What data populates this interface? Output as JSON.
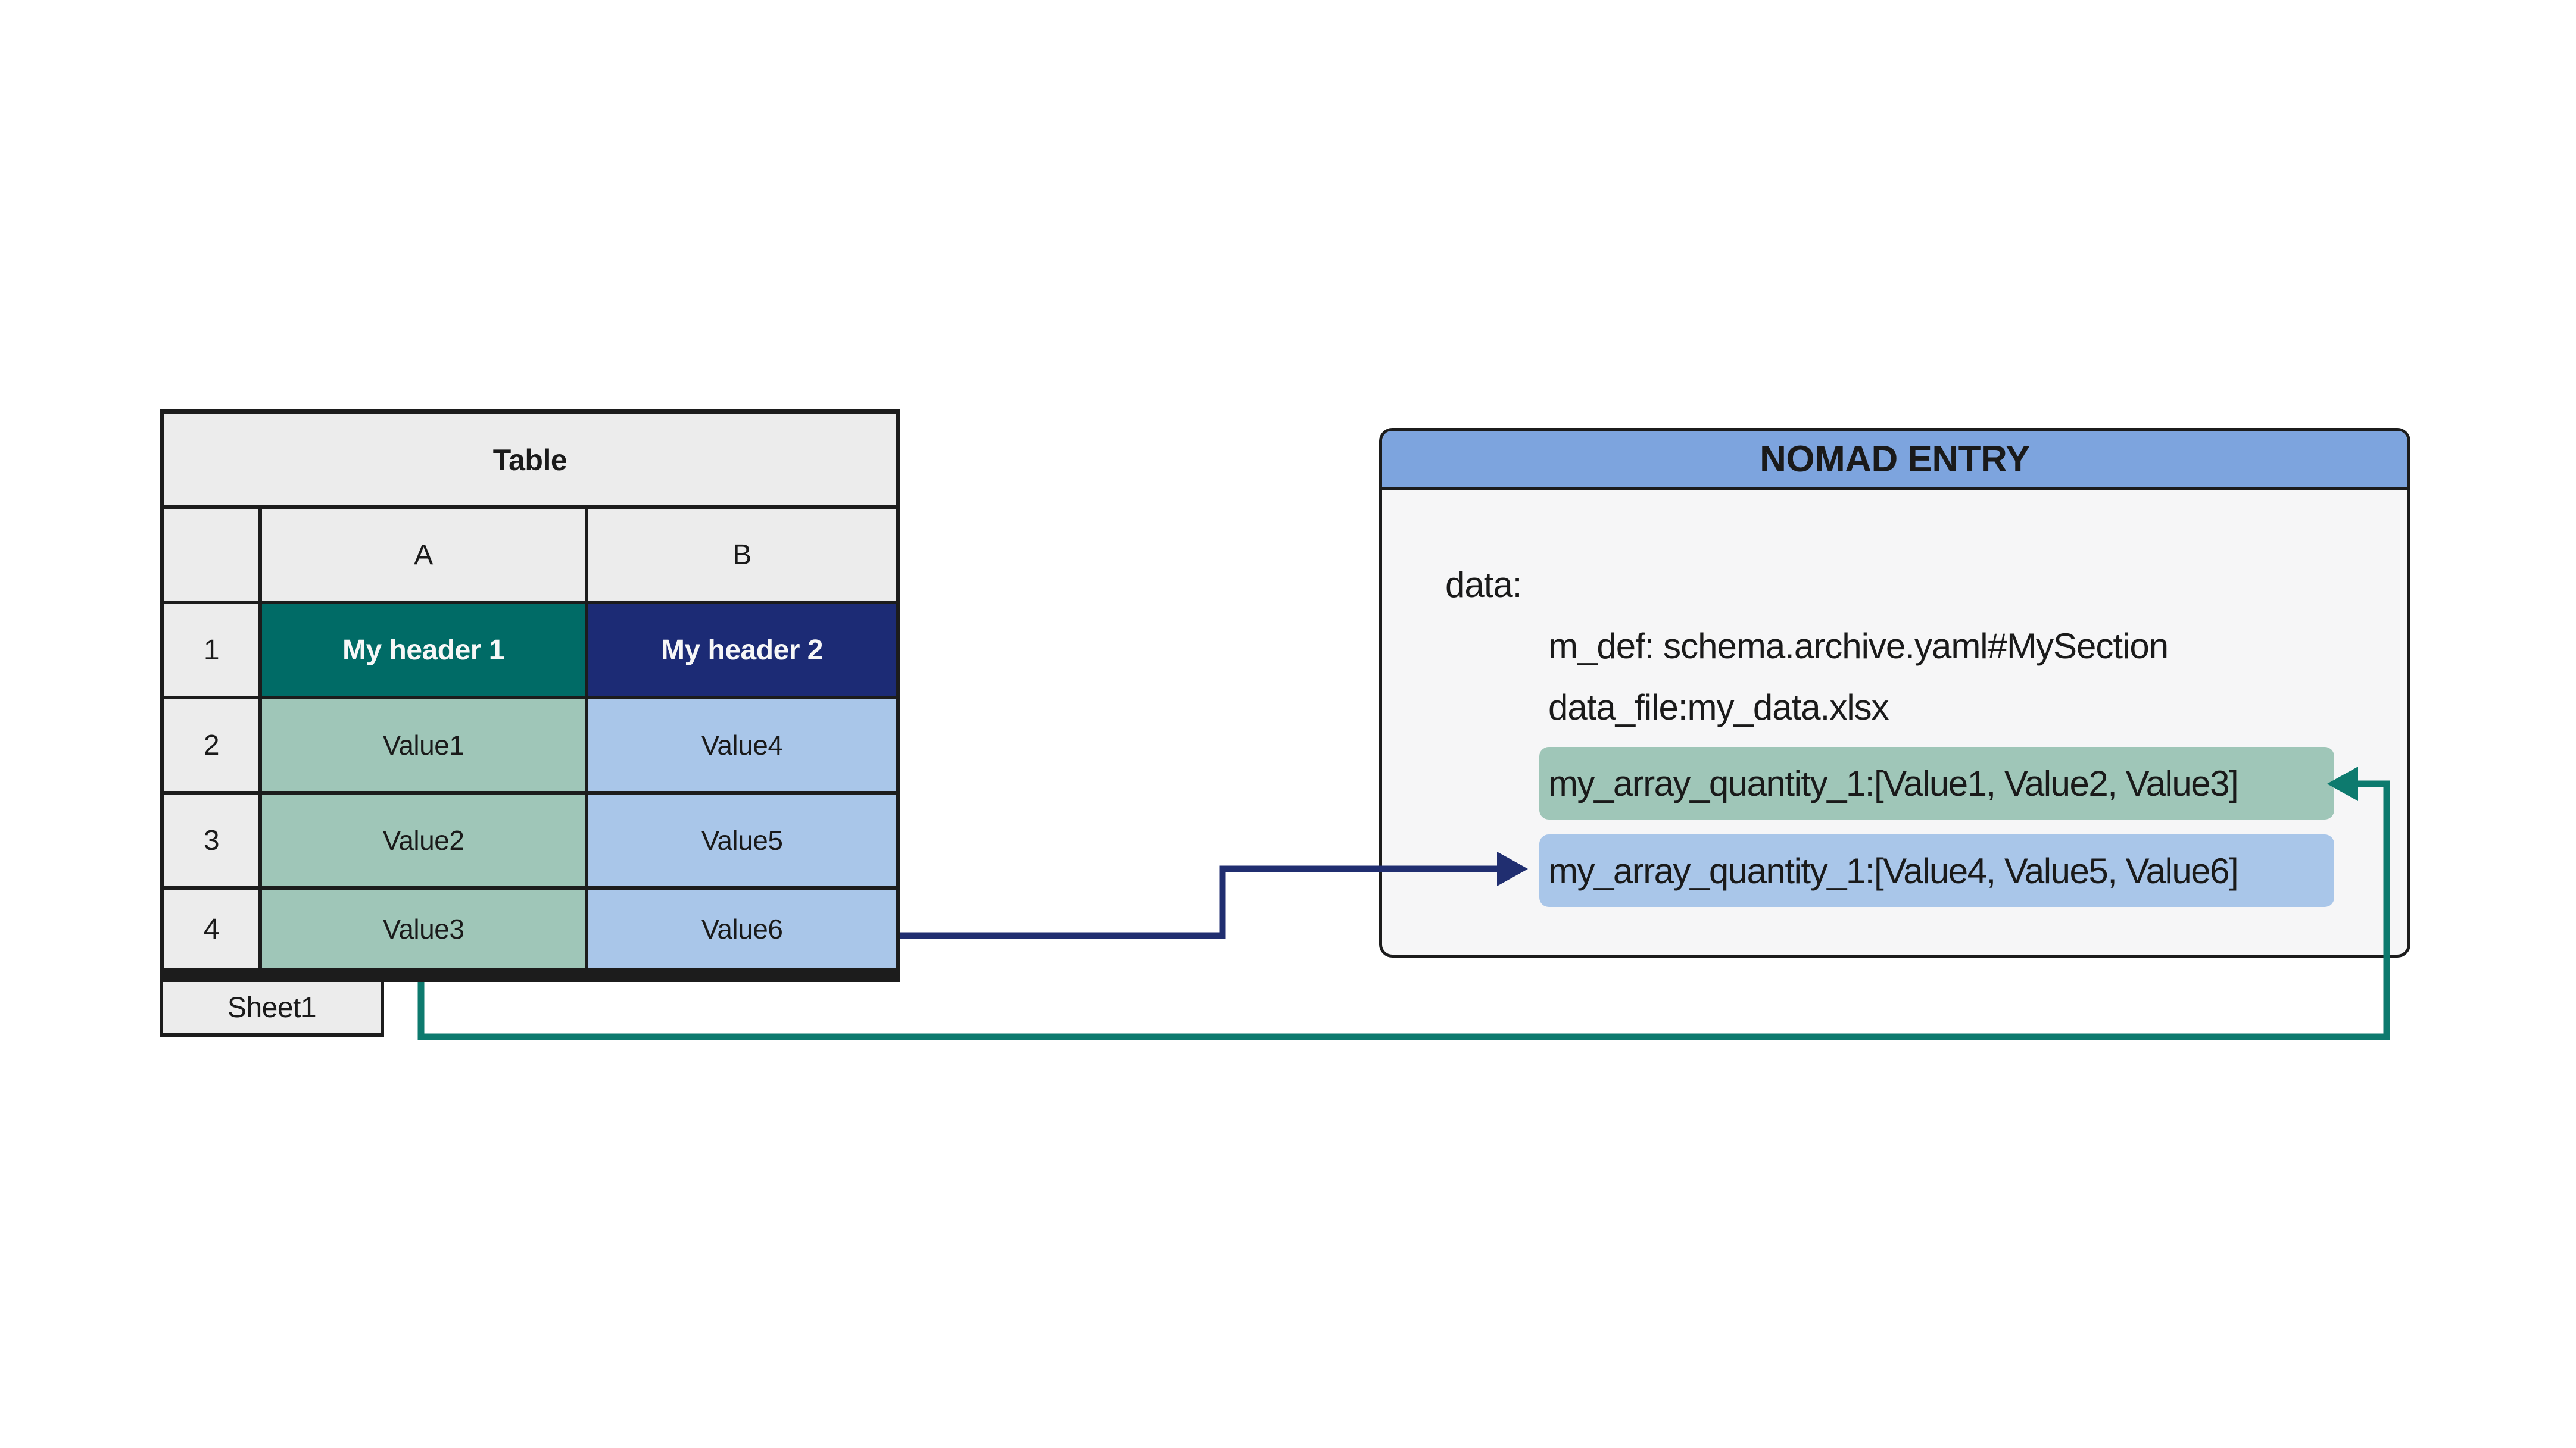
{
  "diagram": {
    "table": {
      "title": "Table",
      "col_a_header": "A",
      "col_b_header": "B",
      "rows": [
        {
          "num": "1",
          "a": "My header 1",
          "b": "My header 2"
        },
        {
          "num": "2",
          "a": "Value1",
          "b": "Value4"
        },
        {
          "num": "3",
          "a": "Value2",
          "b": "Value5"
        },
        {
          "num": "4",
          "a": "Value3",
          "b": "Value6"
        }
      ],
      "sheet_tab": "Sheet1"
    },
    "nomad": {
      "title": "NOMAD ENTRY",
      "data_key": "data:",
      "m_def_line": "m_def: schema.archive.yaml#MySection",
      "data_file_line": "data_file:my_data.xlsx",
      "array_line_1": "my_array_quantity_1:[Value1, Value2, Value3]",
      "array_line_2": "my_array_quantity_1:[Value4, Value5, Value6]"
    }
  },
  "colors": {
    "cell-gray": "#ececec",
    "grid-line": "#1c1c1c",
    "header1-bg": "#006b66",
    "header2-bg": "#1c2b75",
    "green-light": "#9fc6b8",
    "blue-light": "#a9c6e9",
    "nomad-header-bg": "#7da4de",
    "nomad-body-bg": "#f6f6f7",
    "arrow-navy": "#202e70",
    "arrow-teal": "#0d7a6e",
    "text-dark": "#1a1a1a",
    "text-light": "#f7f7f7",
    "page-bg": "#ffffff"
  }
}
